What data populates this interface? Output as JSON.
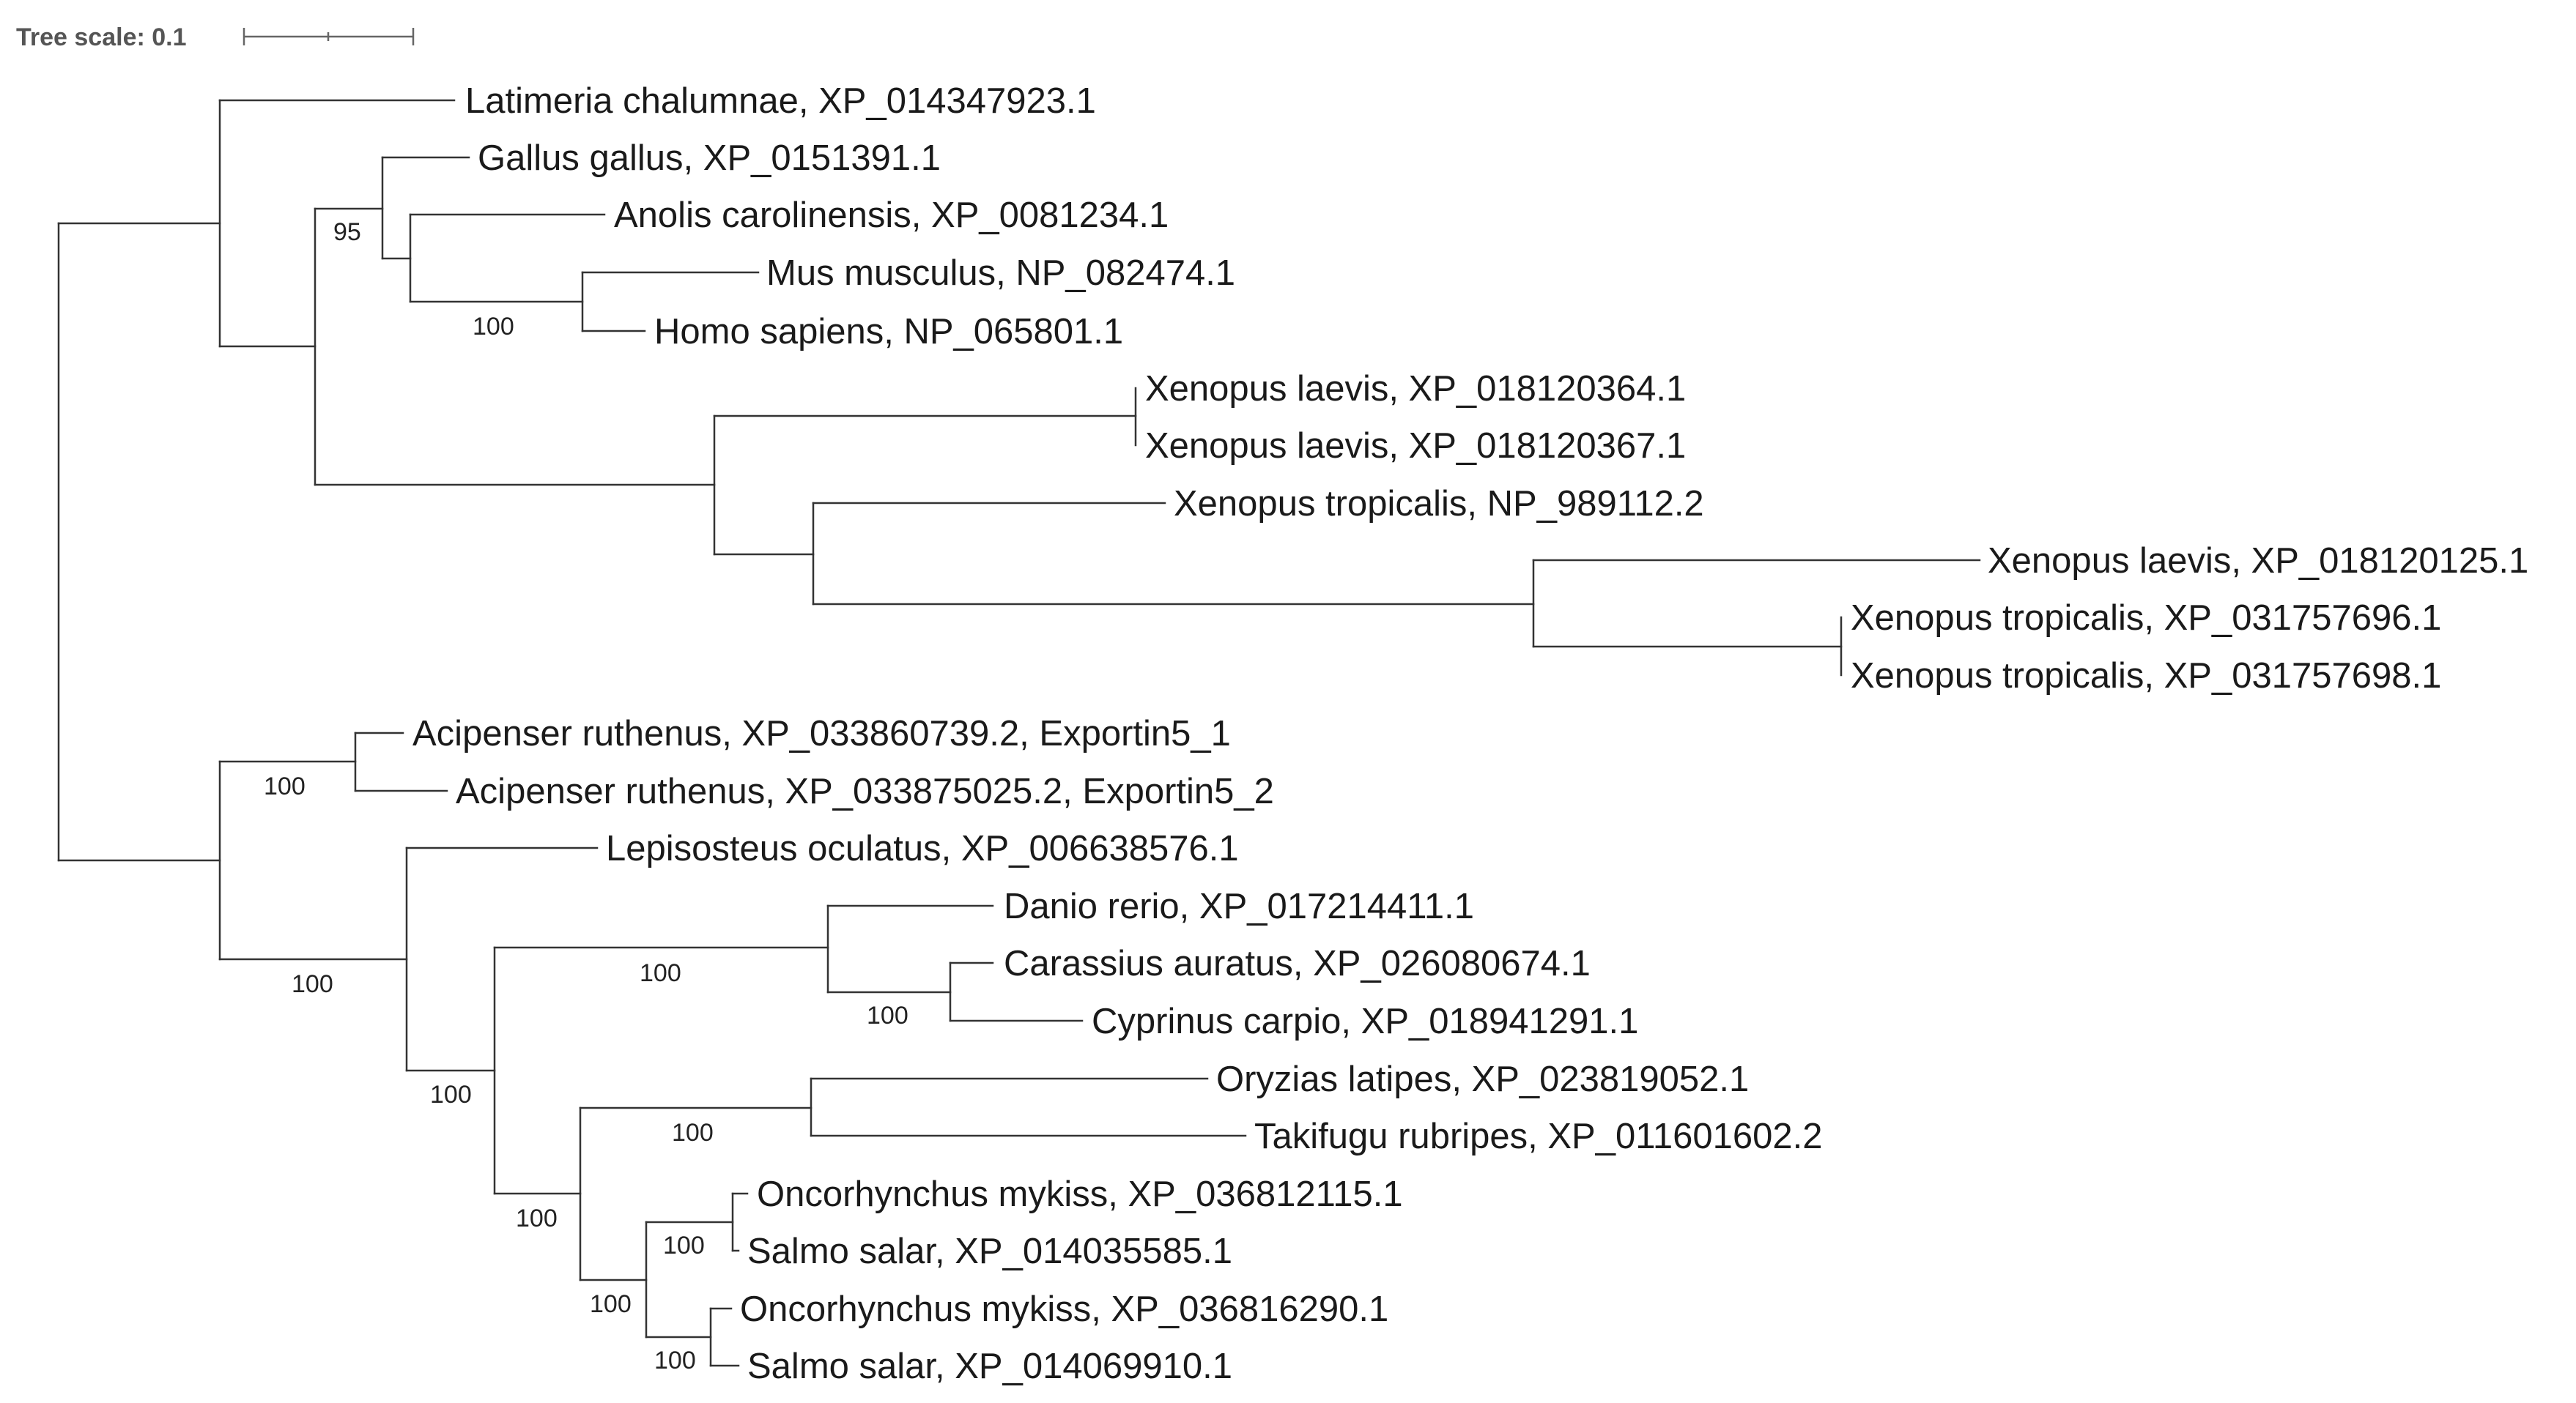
{
  "scale": {
    "label": "Tree scale: 0.1"
  },
  "leaves": [
    "Latimeria chalumnae, XP_014347923.1",
    "Gallus gallus, XP_0151391.1",
    "Anolis carolinensis, XP_0081234.1",
    "Mus musculus, NP_082474.1",
    "Homo sapiens, NP_065801.1",
    "Xenopus laevis, XP_018120364.1",
    "Xenopus laevis, XP_018120367.1",
    "Xenopus tropicalis, NP_989112.2",
    "Xenopus laevis, XP_018120125.1",
    "Xenopus tropicalis, XP_031757696.1",
    "Xenopus tropicalis, XP_031757698.1",
    "Acipenser ruthenus, XP_033860739.2, Exportin5_1",
    "Acipenser ruthenus, XP_033875025.2, Exportin5_2",
    "Lepisosteus oculatus, XP_006638576.1",
    "Danio rerio, XP_017214411.1",
    "Carassius auratus, XP_026080674.1",
    "Cyprinus carpio, XP_018941291.1",
    "Oryzias latipes, XP_023819052.1",
    "Takifugu rubripes, XP_011601602.2",
    "Oncorhynchus mykiss, XP_036812115.1",
    "Salmo salar, XP_014035585.1",
    "Oncorhynchus mykiss, XP_036816290.1",
    "Salmo salar, XP_014069910.1"
  ],
  "supports": {
    "birds_reptiles": "95",
    "mammals": "100",
    "acipenser": "100",
    "neopterygii": "100",
    "teleostei": "100",
    "cyprinidae": "100",
    "carassius_cyprinus": "100",
    "oryzias_takifugu": "100",
    "euteleostei": "100",
    "salmonidae": "100",
    "salmon_pair_1": "100",
    "salmon_pair_2": "100"
  }
}
